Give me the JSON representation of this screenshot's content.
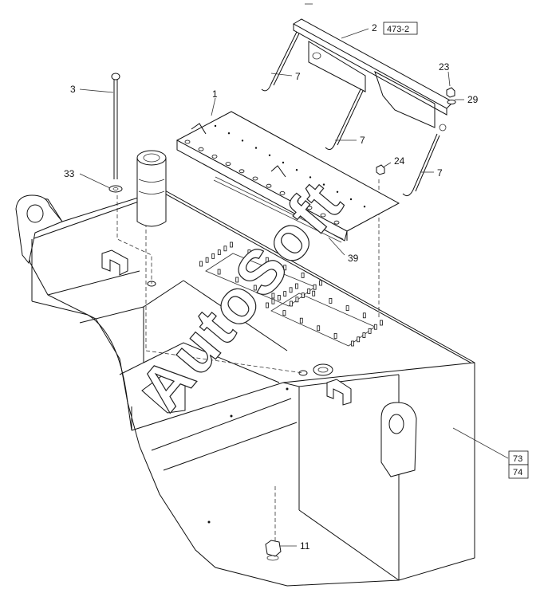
{
  "callouts": {
    "c1": "1",
    "c2": "2",
    "c2_ref": "473-2",
    "c3": "3",
    "c7a": "7",
    "c7b": "7",
    "c7c": "7",
    "c11": "11",
    "c23": "23",
    "c24": "24",
    "c29": "29",
    "c33": "33",
    "c39": "39",
    "c73": "73",
    "c74": "74"
  },
  "watermark": "AutoSoft"
}
